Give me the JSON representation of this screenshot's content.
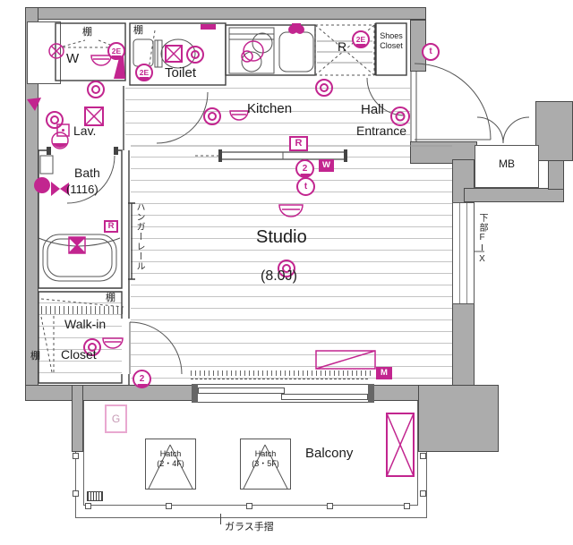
{
  "rooms": {
    "w": "W",
    "toilet": "Toilet",
    "kitchen": "Kitchen",
    "hall": "Hall",
    "entrance": "Entrance",
    "shoes1": "Shoes",
    "shoes2": "Closet",
    "lav": "Lav.",
    "bath": "Bath",
    "bath_size": "(1116)",
    "studio": "Studio",
    "studio_size": "(8.0J)",
    "wic1": "Walk-in",
    "wic2": "Closet",
    "balcony": "Balcony",
    "mb": "MB",
    "fridge": "R"
  },
  "jp": {
    "shelf": "棚",
    "hanger_rail": "ハンガーレール",
    "lower_fix": "下部FIX",
    "glass_rail": "ガラス手摺"
  },
  "hatch": {
    "h1l1": "Hatch",
    "h1l2": "(2・4F)",
    "h2l1": "Hatch",
    "h2l2": "(3・5F)"
  },
  "badges": {
    "e2": "2E",
    "two": "2",
    "t": "t",
    "r": "R",
    "w": "W",
    "g": "G",
    "m": "M"
  },
  "colors": {
    "wall": "#acacac",
    "wall_line": "#4a4a4a",
    "accent": "#c2258f",
    "accent_light": "#e9a8d0",
    "floor_line": "#c4c4c4"
  }
}
